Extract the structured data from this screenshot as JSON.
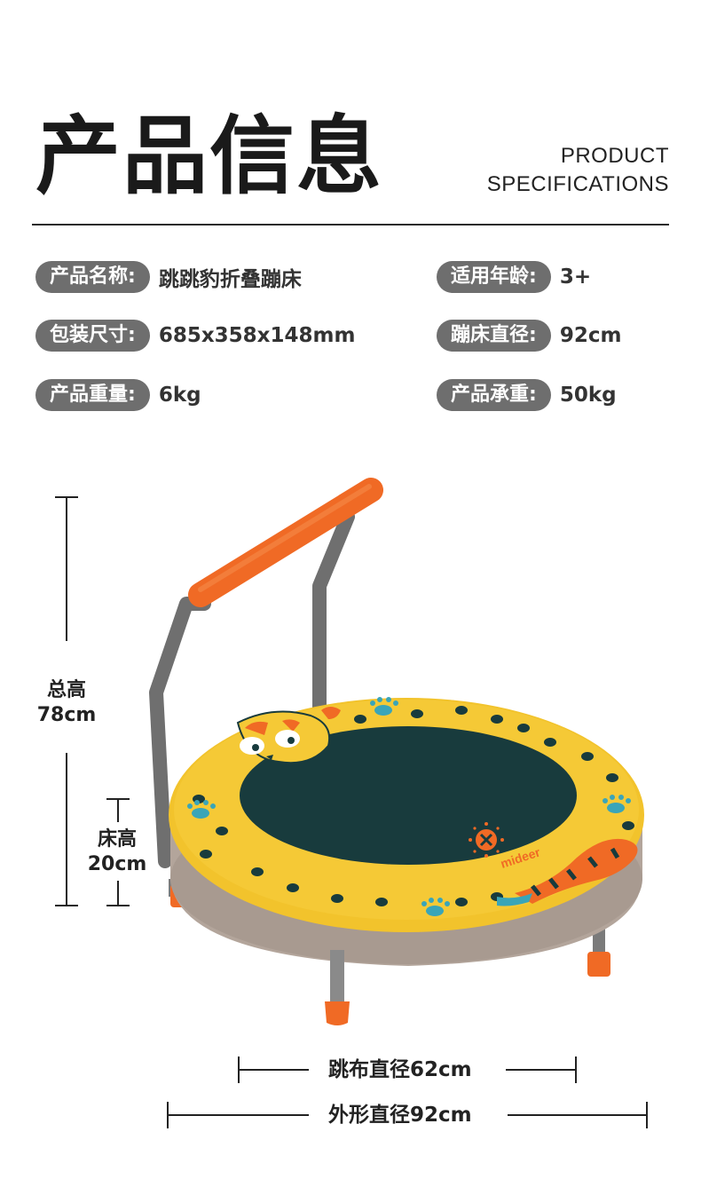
{
  "header": {
    "title_zh": "产品信息",
    "title_en_line1": "PRODUCT",
    "title_en_line2": "SPECIFICATIONS"
  },
  "specs": {
    "left": [
      {
        "label": "产品名称:",
        "value": "跳跳豹折叠蹦床"
      },
      {
        "label": "包装尺寸:",
        "value": "685x358x148mm"
      },
      {
        "label": "产品重量:",
        "value": "6kg"
      }
    ],
    "right": [
      {
        "label": "适用年龄:",
        "value": "3+"
      },
      {
        "label": "蹦床直径:",
        "value": "92cm"
      },
      {
        "label": "产品承重:",
        "value": "50kg"
      }
    ]
  },
  "dimensions": {
    "total_height_label": "总高",
    "total_height_value": "78cm",
    "bed_height_label": "床高",
    "bed_height_value": "20cm",
    "mat_diameter": "跳布直径62cm",
    "outer_diameter": "外形直径92cm"
  },
  "product": {
    "brand": "mideer",
    "colors": {
      "frame_yellow": "#f2c32c",
      "mat": "#183b3d",
      "handle": "#f06a25",
      "skirt": "#b3a59b",
      "legs": "#7b7b7b",
      "pill": "#6e6e6e"
    }
  }
}
